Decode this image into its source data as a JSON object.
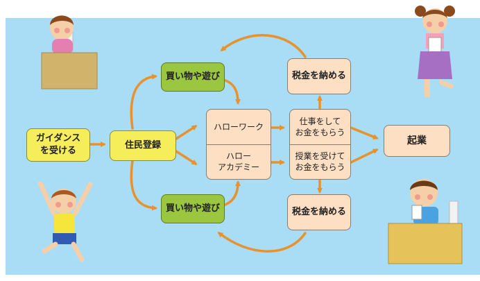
{
  "colors": {
    "background": "#a9dcf5",
    "arrow": "#e8922d",
    "yellow_box": "#f6ed5a",
    "green_box": "#9bc63f",
    "peach_box": "#fde0c4"
  },
  "nodes": {
    "guidance": "ガイダンス\nを受ける",
    "registration": "住民登録",
    "shopping_top": "買い物や遊び",
    "shopping_bottom": "買い物や遊び",
    "hello_work": "ハローワーク",
    "hello_academy": "ハロー\nアカデミー",
    "work_income": "仕事をして\nお金をもらう",
    "training_income": "授業を受けて\nお金をもらう",
    "tax_top": "税金を納める",
    "tax_bottom": "税金を納める",
    "startup": "起業"
  },
  "illustrations": [
    "child-at-desk-icon",
    "girl-holding-paper-icon",
    "jumping-boy-icon",
    "boy-at-desk-icon"
  ]
}
